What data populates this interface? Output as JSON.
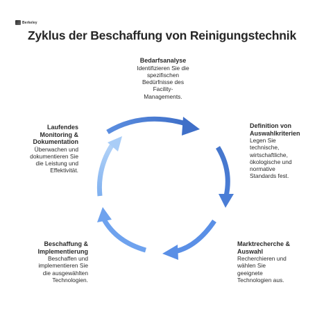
{
  "logo": {
    "text": "Berkeley",
    "icon": "logo-mark"
  },
  "title": "Zyklus der Beschaffung von Reinigungstechnik",
  "colors": {
    "arrow_dark": "#4a7ad0",
    "arrow_mid": "#5a8ee4",
    "arrow_light": "#9ec4f5"
  },
  "steps": [
    {
      "heading": "Bedarfsanalyse",
      "description_lines": [
        "Identifizieren Sie die",
        "spezifischen",
        "Bedürfnisse des",
        "Facility-",
        "Managements."
      ]
    },
    {
      "heading_lines": [
        "Definition von",
        "Auswahlkriterien"
      ],
      "description_lines": [
        "Legen Sie",
        "technische,",
        "wirtschaftliche,",
        "ökologische und",
        "normative",
        "Standards fest."
      ]
    },
    {
      "heading_lines": [
        "Marktrecherche &",
        "Auswahl"
      ],
      "description_lines": [
        "Recherchieren und",
        "wählen Sie",
        "geeignete",
        "Technologien aus."
      ]
    },
    {
      "heading_lines": [
        "Beschaffung &",
        "Implementierung"
      ],
      "description_lines": [
        "Beschaffen und",
        "implementieren Sie",
        "die ausgewählten",
        "Technologien."
      ]
    },
    {
      "heading_lines": [
        "Laufendes",
        "Monitoring &",
        "Dokumentation"
      ],
      "description_lines": [
        "Überwachen und",
        "dokumentieren Sie",
        "die Leistung und",
        "Effektivität."
      ]
    }
  ]
}
